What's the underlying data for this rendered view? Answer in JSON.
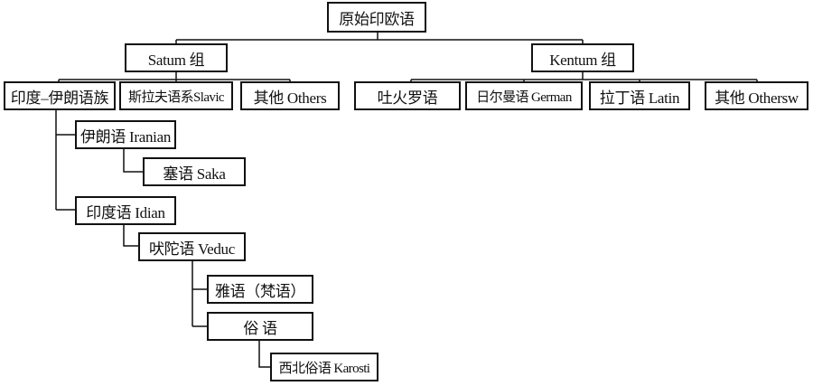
{
  "diagram": {
    "nodes": {
      "root": "原始印欧语",
      "satum": "Satum 组",
      "kentum": "Kentum 组",
      "indo_iranian": "印度–伊朗语族",
      "slavic": "斯拉夫语系Slavic",
      "others_satum": "其他 Others",
      "tocharian": "吐火罗语",
      "german": "日尔曼语 German",
      "latin": "拉丁语 Latin",
      "others_kentum": "其他 Othersw",
      "iranian": "伊朗语 Iranian",
      "saka": "塞语 Saka",
      "indian": "印度语 Idian",
      "vedic": "吠陀语 Veduc",
      "sanskrit": "雅语（梵语）",
      "prakrit": "俗 语",
      "karosti": "西北俗语 Karosti"
    },
    "edges": [
      [
        "root",
        "satum"
      ],
      [
        "root",
        "kentum"
      ],
      [
        "satum",
        "indo_iranian"
      ],
      [
        "satum",
        "slavic"
      ],
      [
        "satum",
        "others_satum"
      ],
      [
        "kentum",
        "tocharian"
      ],
      [
        "kentum",
        "german"
      ],
      [
        "kentum",
        "latin"
      ],
      [
        "kentum",
        "others_kentum"
      ],
      [
        "indo_iranian",
        "iranian"
      ],
      [
        "iranian",
        "saka"
      ],
      [
        "indo_iranian",
        "indian"
      ],
      [
        "indian",
        "vedic"
      ],
      [
        "vedic",
        "sanskrit"
      ],
      [
        "vedic",
        "prakrit"
      ],
      [
        "prakrit",
        "karosti"
      ]
    ]
  }
}
